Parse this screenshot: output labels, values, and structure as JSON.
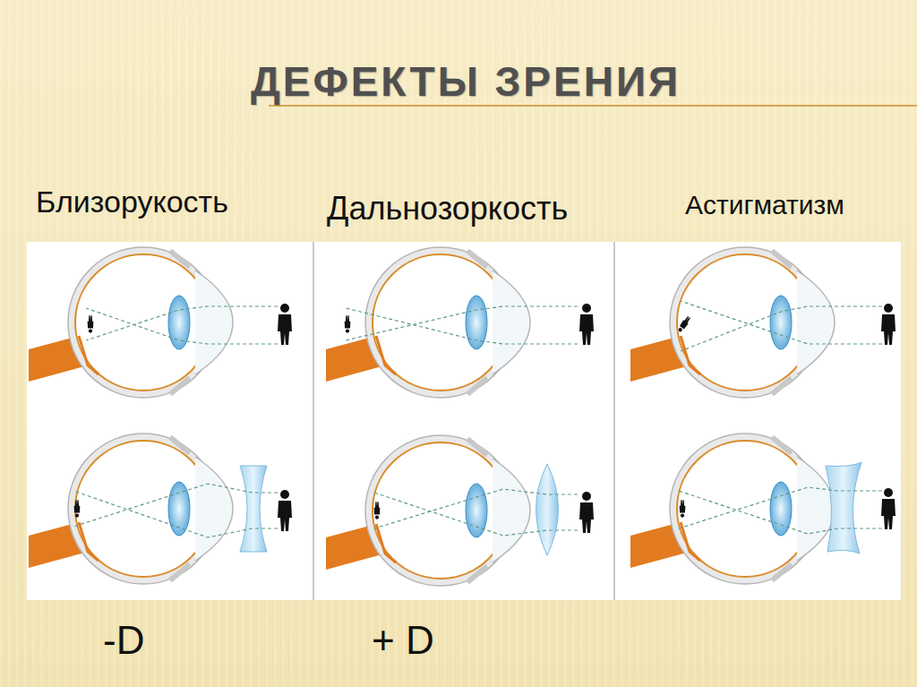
{
  "diagram": {
    "title": "ДЕФЕКТЫ ЗРЕНИЯ",
    "nodes": [
      {
        "text": [
          "Близорукость"
        ]
      },
      {
        "text": [
          "Дальнозоркость"
        ]
      },
      {
        "text": [
          "Астигматизм"
        ]
      }
    ],
    "labels": [
      "-D",
      "+ D"
    ]
  }
}
